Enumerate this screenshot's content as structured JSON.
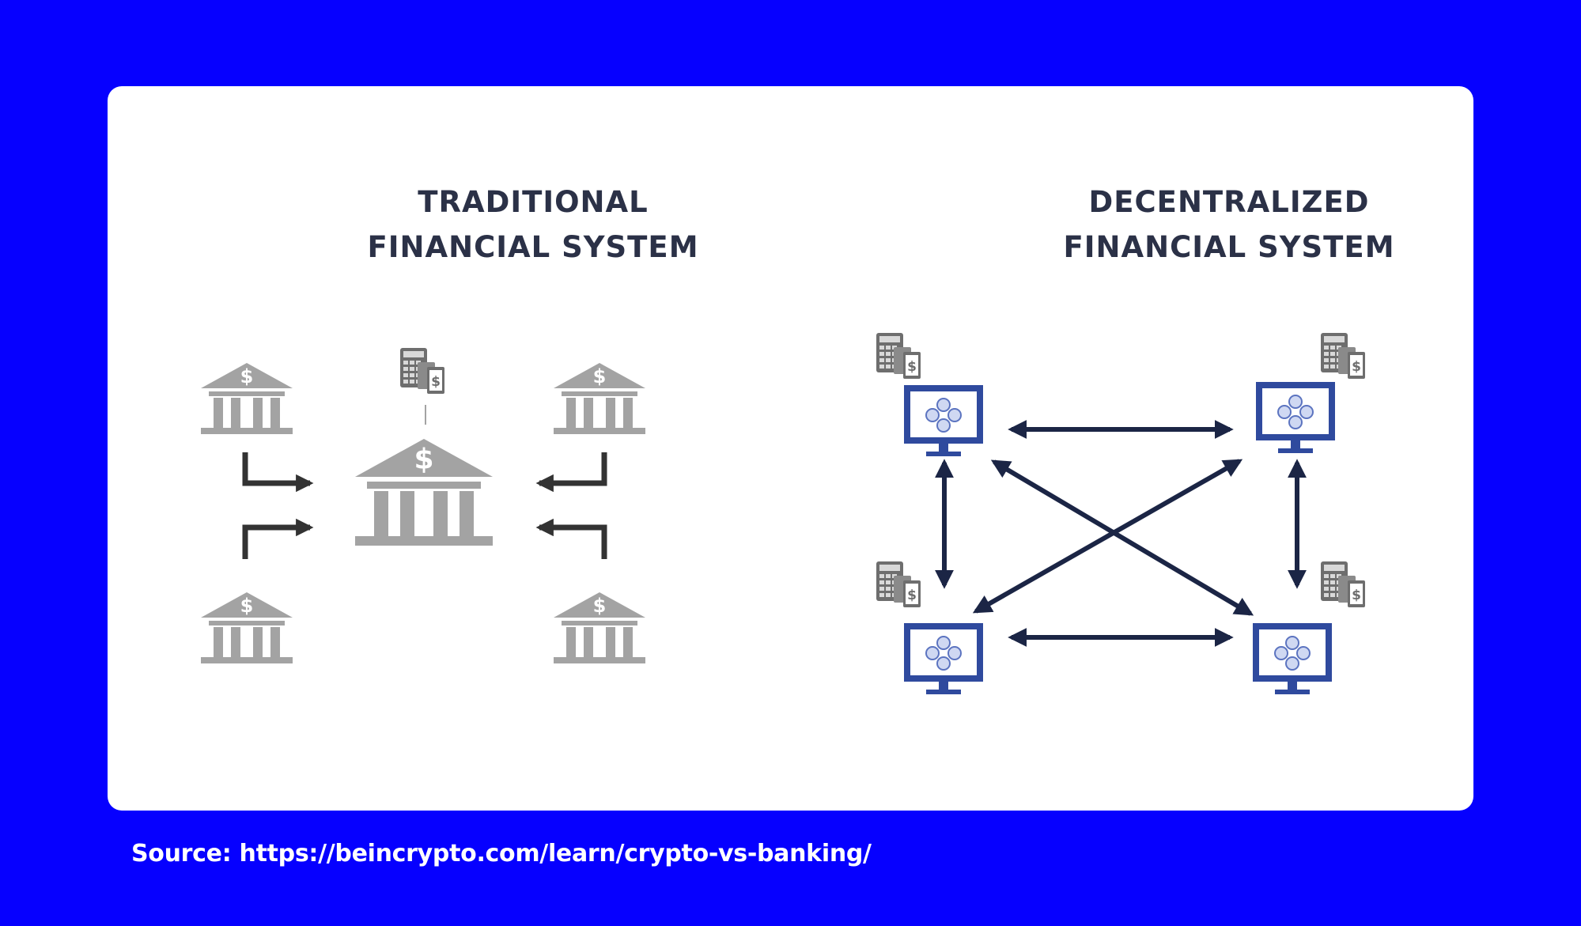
{
  "left_panel": {
    "title_line1": "TRADITIONAL",
    "title_line2": "FINANCIAL SYSTEM"
  },
  "right_panel": {
    "title_line1": "DECENTRALIZED",
    "title_line2": "FINANCIAL SYSTEM"
  },
  "icons": {
    "bank": "bank-icon",
    "calculator": "calculator-icon",
    "computer": "computer-monitor-icon",
    "currency_symbol": "$"
  },
  "colors": {
    "background": "#0600FF",
    "card": "#FFFFFF",
    "bank_gray": "#A3A3A3",
    "arrow_dark": "#1B2545",
    "monitor_blue": "#2F4A9E",
    "title_text": "#2B3147",
    "source_text": "#FFFFFF"
  },
  "source": {
    "label": "Source: https://beincrypto.com/learn/crypto-vs-banking/"
  }
}
